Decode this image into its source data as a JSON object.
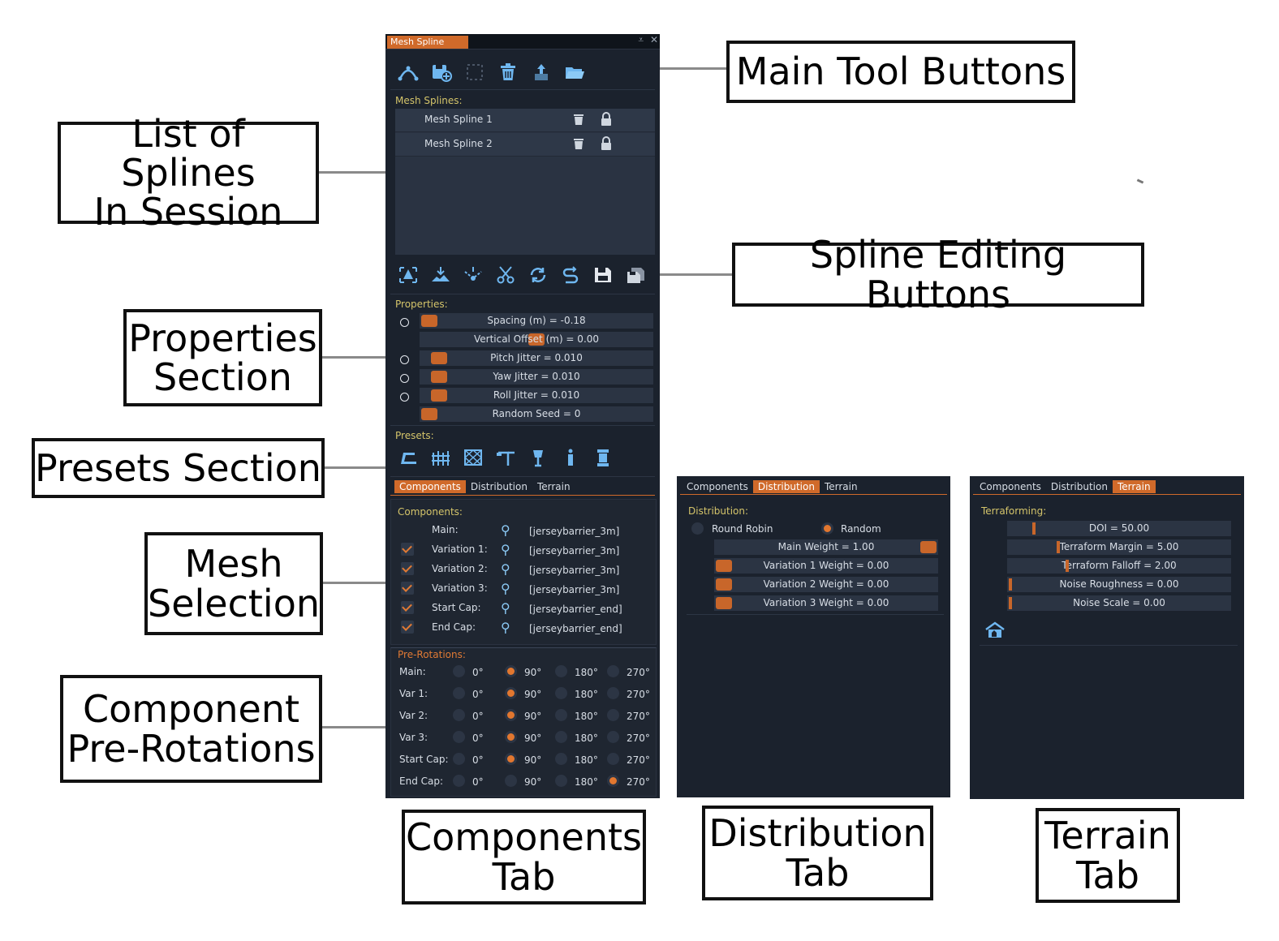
{
  "callouts": {
    "main_tool_buttons": "Main Tool Buttons",
    "list_of_splines": "List of Splines\nIn Session",
    "spline_editing_buttons": "Spline Editing Buttons",
    "properties_section": "Properties\nSection",
    "presets_section": "Presets Section",
    "mesh_selection": "Mesh\nSelection",
    "component_prerotations": "Component\nPre-Rotations",
    "components_tab": "Components\nTab",
    "distribution_tab": "Distribution\nTab",
    "terrain_tab": "Terrain\nTab"
  },
  "panel": {
    "title": "Mesh Spline",
    "main_tools": [
      "spline-draw-icon",
      "save-add-icon",
      "select-box-icon",
      "trash-icon",
      "export-icon",
      "folder-open-icon"
    ],
    "splines_label": "Mesh Splines:",
    "splines": [
      {
        "name": "Mesh Spline 1"
      },
      {
        "name": "Mesh Spline 2"
      }
    ],
    "edit_tools": [
      "align-icon",
      "snap-terrain-icon",
      "split-point-icon",
      "scissors-icon",
      "refresh-icon",
      "reverse-icon",
      "save-icon",
      "save-all-icon"
    ],
    "properties_label": "Properties:",
    "properties": [
      {
        "label": "Spacing (m) = -0.18",
        "radio": true
      },
      {
        "label": "Vertical Offset (m) = 0.00",
        "radio": false
      },
      {
        "label": "Pitch Jitter = 0.010",
        "radio": true
      },
      {
        "label": "Yaw Jitter = 0.010",
        "radio": true
      },
      {
        "label": "Roll Jitter = 0.010",
        "radio": true
      },
      {
        "label": "Random Seed = 0",
        "radio": false
      }
    ],
    "presets_label": "Presets:",
    "presets": [
      "barrier-preset-icon",
      "fence-preset-icon",
      "lattice-preset-icon",
      "streetlight-preset-icon",
      "lamp-preset-icon",
      "post-preset-icon",
      "pillar-preset-icon"
    ],
    "tabs": [
      "Components",
      "Distribution",
      "Terrain"
    ],
    "components_label": "Components:",
    "components": [
      {
        "label": "Main:",
        "value": "[jerseybarrier_3m]",
        "checked": false
      },
      {
        "label": "Variation 1:",
        "value": "[jerseybarrier_3m]",
        "checked": true
      },
      {
        "label": "Variation 2:",
        "value": "[jerseybarrier_3m]",
        "checked": true
      },
      {
        "label": "Variation 3:",
        "value": "[jerseybarrier_3m]",
        "checked": true
      },
      {
        "label": "Start Cap:",
        "value": "[jerseybarrier_end]",
        "checked": true
      },
      {
        "label": "End Cap:",
        "value": "[jerseybarrier_end]",
        "checked": true
      }
    ],
    "prerot_label": "Pre-Rotations:",
    "rotation_options": [
      "0°",
      "90°",
      "180°",
      "270°"
    ],
    "prerotations": [
      {
        "label": "Main:",
        "selected": 1
      },
      {
        "label": "Var 1:",
        "selected": 1
      },
      {
        "label": "Var 2:",
        "selected": 1
      },
      {
        "label": "Var 3:",
        "selected": 1
      },
      {
        "label": "Start Cap:",
        "selected": 1
      },
      {
        "label": "End Cap:",
        "selected": 3
      }
    ]
  },
  "distribution_panel": {
    "tabs": [
      "Components",
      "Distribution",
      "Terrain"
    ],
    "label": "Distribution:",
    "modes": [
      {
        "label": "Round Robin",
        "selected": false
      },
      {
        "label": "Random",
        "selected": true
      }
    ],
    "weights": [
      {
        "label": "Main Weight = 1.00",
        "value": 1.0
      },
      {
        "label": "Variation 1 Weight = 0.00",
        "value": 0.0
      },
      {
        "label": "Variation 2 Weight = 0.00",
        "value": 0.0
      },
      {
        "label": "Variation 3 Weight = 0.00",
        "value": 0.0
      }
    ]
  },
  "terrain_panel": {
    "tabs": [
      "Components",
      "Distribution",
      "Terrain"
    ],
    "label": "Terraforming:",
    "sliders": [
      {
        "label": "DOI = 50.00",
        "value": 0.11
      },
      {
        "label": "Terraform Margin = 5.00",
        "value": 0.22
      },
      {
        "label": "Terraform Falloff = 2.00",
        "value": 0.26
      },
      {
        "label": "Noise Roughness = 0.00",
        "value": 0.0
      },
      {
        "label": "Noise Scale = 0.00",
        "value": 0.0
      }
    ],
    "apply_icon": "terraform-apply-icon"
  },
  "colors": {
    "accent": "#d06a2a",
    "panel_bg": "#1b222d",
    "label_yellow": "#d4c46a"
  }
}
